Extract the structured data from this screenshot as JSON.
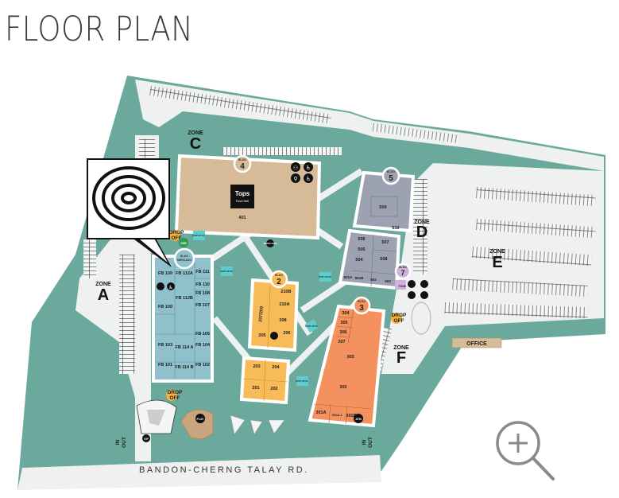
{
  "title": "FLOOR PLAN",
  "road_name": "BANDON-CHERNG TALAY RD.",
  "colors": {
    "grass": "#6aa99c",
    "road": "#eff1f1",
    "bldg4": "#d7ba98",
    "mercado": "#8fc0cb",
    "bldg2": "#f7bb58",
    "bldg5": "#9da2b2",
    "bldg3": "#f3925e",
    "bldg7": "#cdb3da",
    "dropoff": "#f4b23d"
  },
  "zones": [
    {
      "word": "ZONE",
      "letter": "A"
    },
    {
      "word": "ZONE",
      "letter": "C"
    },
    {
      "word": "ZONE",
      "letter": "D"
    },
    {
      "word": "ZONE",
      "letter": "E"
    },
    {
      "word": "ZONE",
      "letter": "F"
    }
  ],
  "buildings": {
    "bldg4": {
      "badge_small": "BLDG",
      "badge_num": "4",
      "anchor": "Tops",
      "anchor_sub": "Food Hall",
      "units": [
        "401"
      ]
    },
    "mercado": {
      "badge_small": "BLDG",
      "badge_num": "MERCADO",
      "units": [
        "FB 109",
        "FB 112A",
        "FB 111",
        "FB 110",
        "FB 108",
        "FB 112B",
        "FB 109",
        "FB 107",
        "FB 105",
        "FB 103",
        "FB 114 A",
        "FB 104",
        "FB 101",
        "FB 114 B",
        "FB 102"
      ]
    },
    "bldg2": {
      "badge_small": "BLDG",
      "badge_num": "2",
      "units": [
        "210B",
        "207/209",
        "210A",
        "208",
        "205",
        "206",
        "203",
        "204",
        "201",
        "202"
      ]
    },
    "bldg5": {
      "badge_small": "BLDG",
      "badge_num": "5",
      "units": [
        "509",
        "510",
        "506",
        "507",
        "505",
        "504",
        "508",
        "501A",
        "501B",
        "502",
        "503"
      ]
    },
    "bldg3": {
      "badge_small": "BLDG",
      "badge_num": "3",
      "units": [
        "304",
        "305",
        "306",
        "307",
        "303",
        "302",
        "301A",
        "301A-1",
        "301B"
      ]
    },
    "bldg7": {
      "badge_small": "BLDG",
      "badge_num": "7",
      "units": [
        "701B"
      ]
    }
  },
  "drop_off": {
    "line1": "DROP",
    "line2": "OFF"
  },
  "popups": [
    "POP UP 07",
    "POP UP 08",
    "POP UP 02",
    "POP UP 05",
    "POP UP 01"
  ],
  "office": "OFFICE",
  "atm": "ATM",
  "vip": "VIP",
  "play": "PLAY",
  "gsb": "GSB",
  "smoking": "SMOKE AREA",
  "entrance": {
    "in": "IN",
    "out": "OUT"
  },
  "zoom_control": {
    "icon": "zoom-in-icon"
  }
}
